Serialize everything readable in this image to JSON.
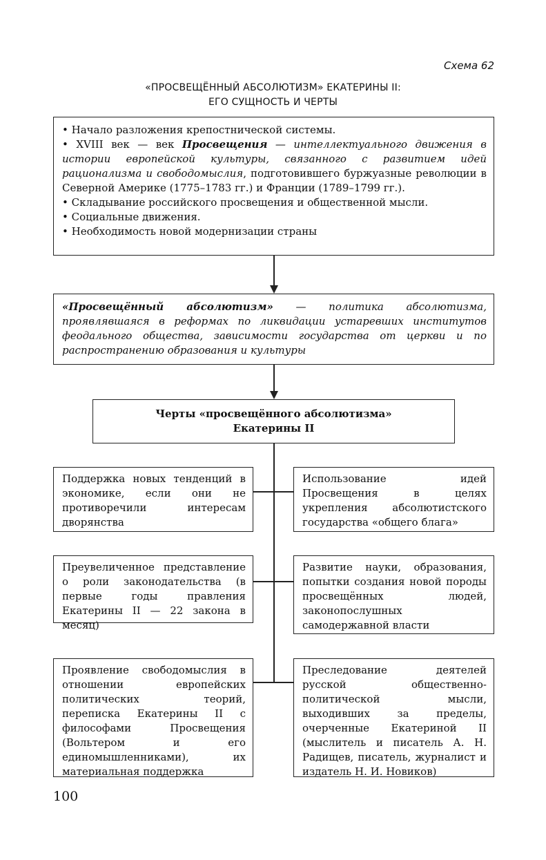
{
  "scheme_label": "Схема 62",
  "title": {
    "line1": "«ПРОСВЕЩЁННЫЙ АБСОЛЮТИЗМ» ЕКАТЕРИНЫ II:",
    "line2": "ЕГО СУЩНОСТЬ И ЧЕРТЫ"
  },
  "causes": {
    "item1": "• Начало разложения крепостнической системы.",
    "item2_prefix": "• XVIII век — век ",
    "item2_bold": "Просвещения",
    "item2_italic": " — интеллектуального движения в истории европейской культуры, связанного с развитием идей рационализма и свободомыслия",
    "item2_rest": ", подготовившего буржуазные революции в Северной Америке (1775–1783 гг.) и Франции (1789–1799 гг.).",
    "item3": "• Складывание российского просвещения и общественной мысли.",
    "item4": "• Социальные движения.",
    "item5": "• Необходимость новой модернизации страны"
  },
  "definition": {
    "term": "«Просвещённый абсолютизм»",
    "text": " — политика абсолютизма, проявлявшаяся в реформах по ликвидации устаревших институтов феодального общества, зависимости государства от церкви и по распространению образования и культуры"
  },
  "features_heading": {
    "line1": "Черты «просвещённого абсолютизма»",
    "line2": "Екатерины II"
  },
  "features": {
    "left1": "Поддержка новых тенденций в экономике, если они не противоречили интересам дворянства",
    "right1": "Использование идей Просвещения в целях укрепления абсолютистского государства «общего блага»",
    "left2": "Преувеличенное представление о роли законодательства (в первые годы правления Екатерины II — 22 закона в месяц)",
    "right2": "Развитие науки, образования, попытки создания новой породы просвещённых людей, законопослушных самодержавной власти",
    "left3": "Проявление свободомыслия в отношении европейских политических теорий, переписка Екатерины II с философами Просвещения (Вольтером и его единомышленниками), их материальная поддержка",
    "right3": "Преследование деятелей русской общественно-политической мысли, выходивших за пределы, очерченные Екатериной II (мыслитель и писатель А. Н. Радищев, писатель, журналист и издатель Н. И. Новиков)"
  },
  "page_number": "100"
}
